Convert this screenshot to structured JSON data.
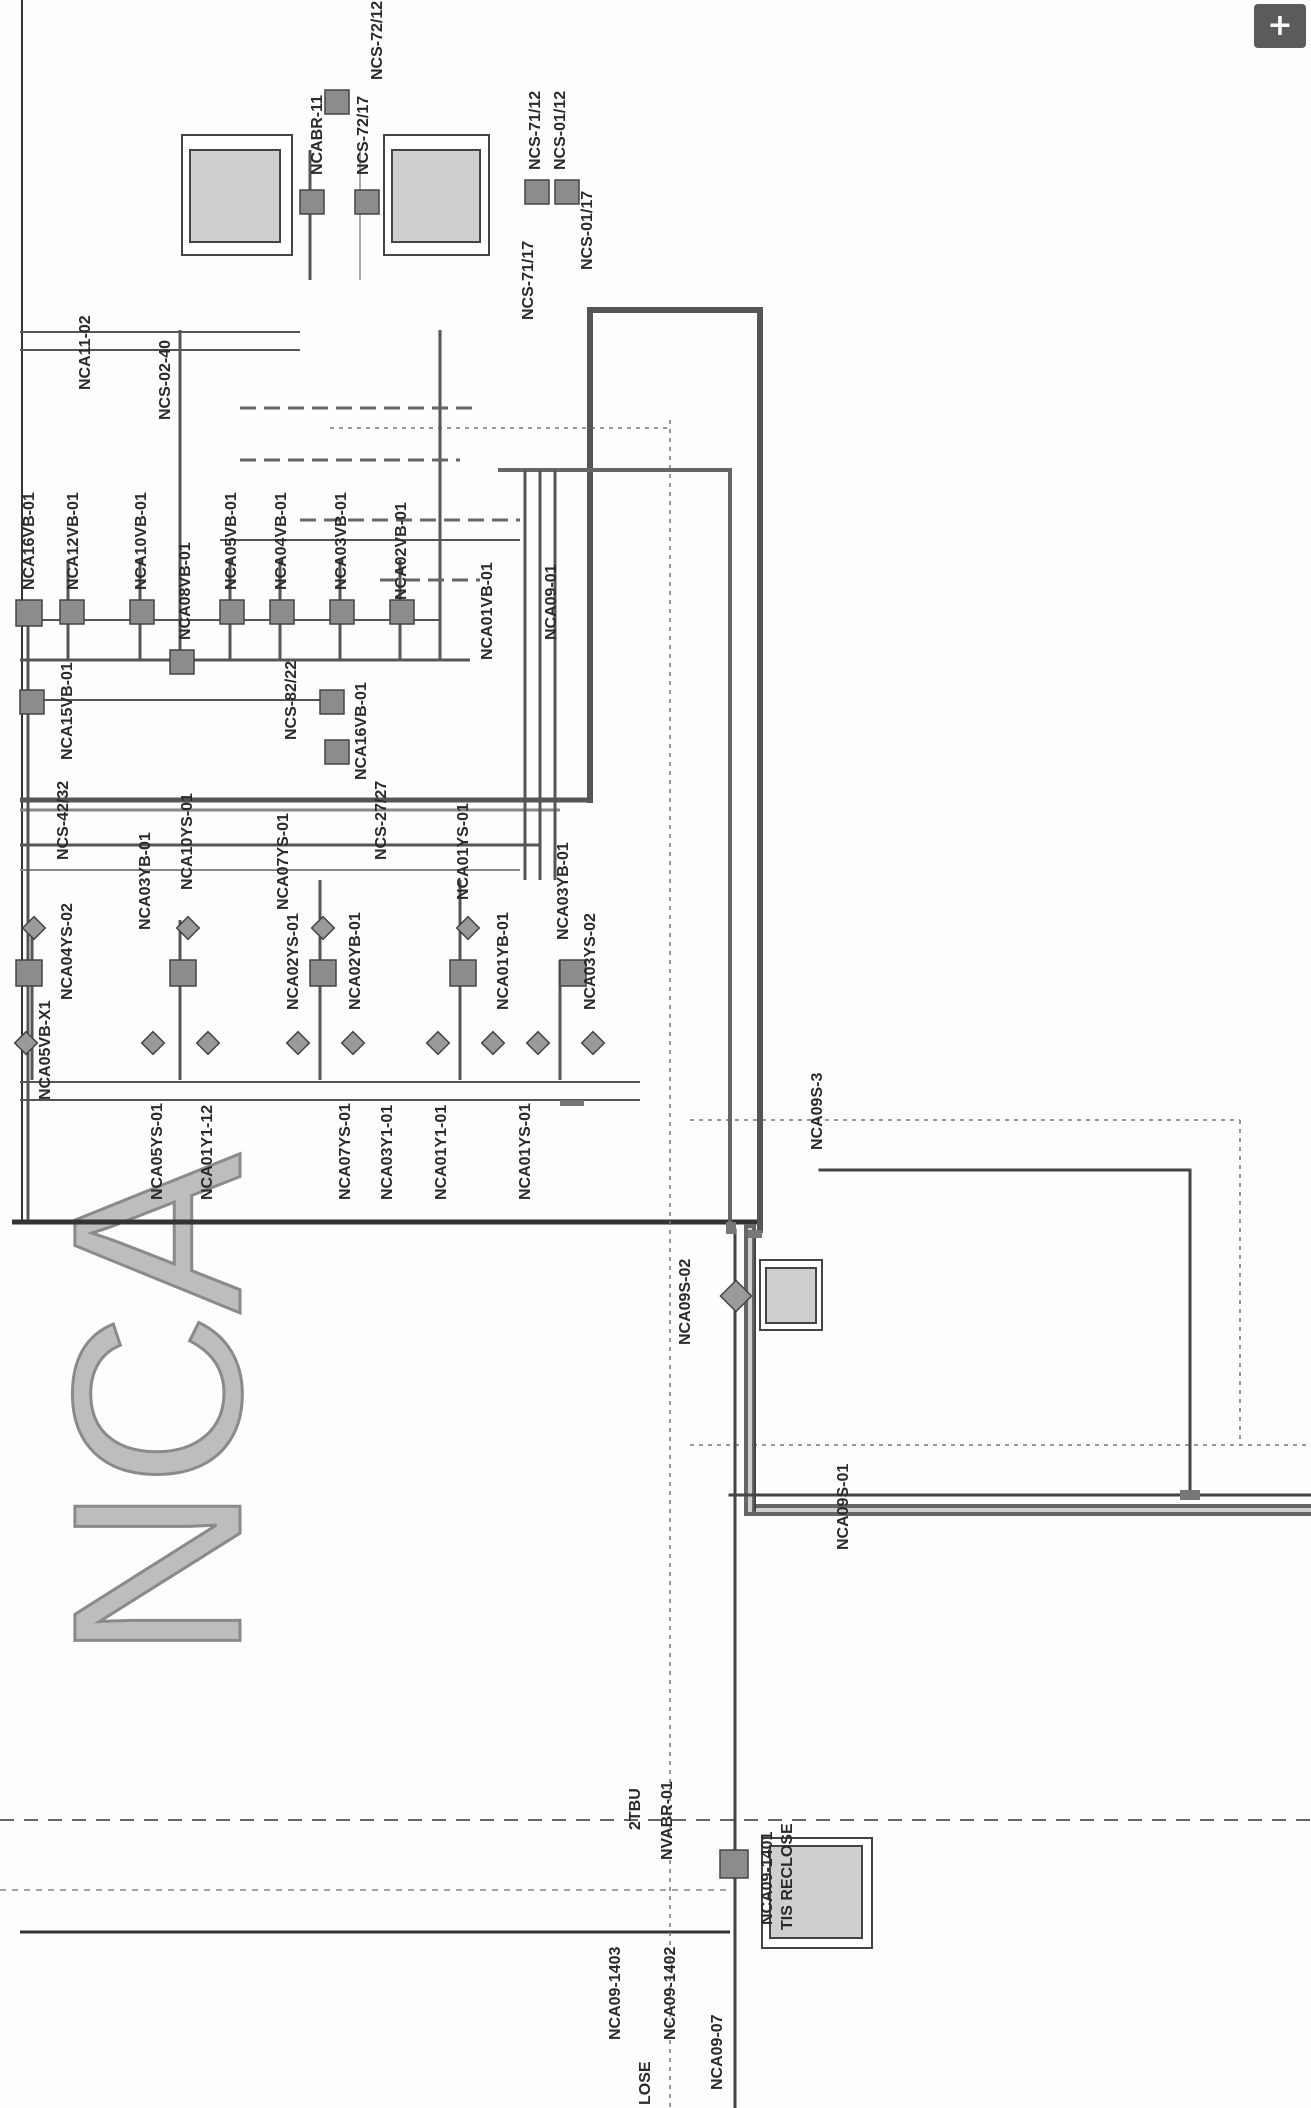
{
  "toolbar": {
    "zoom_in_label": "+"
  },
  "diagram": {
    "area_label": "NCA",
    "device_labels": {
      "ncabr11": "NCABR-11",
      "ncs7212": "NCS-72/12",
      "ncs7217": "NCS-72/17",
      "ncs7112": "NCS-71/12",
      "ncs0112": "NCS-01/12",
      "ncs0117": "NCS-01/17",
      "ncs7117": "NCS-71/17",
      "nca1102": "NCA11-02",
      "ncs0240": "NCS-02-40",
      "ncavb01": "NCA16VB-01",
      "nca12vb": "NCA12VB-01",
      "nca10vb": "NCA10VB-01",
      "nca08vb": "NCA08VB-01",
      "nca05vb": "NCA05VB-01",
      "nca04vb": "NCA04VB-01",
      "nca03vb": "NCA03VB-01",
      "nca02vb": "NCA02VB-01",
      "nca01vb": "NCA01VB-01",
      "nca15vb": "NCA15VB-01",
      "ncs8222": "NCS-82/22",
      "ncs2727": "NCS-27/27",
      "nca16vb": "NCA16VB-01",
      "nca09s": "NCA09-01",
      "ncs4232": "NCS-42/32",
      "nca10ys": "NCA10YS-01",
      "nca07ys": "NCA07YS-01",
      "nca01ys": "NCA01YS-01",
      "nca04ys": "NCA04YS-02",
      "nca03yb": "NCA03YB-01",
      "nca02ys": "NCA02YS-01",
      "nca02yb": "NCA02YB-01",
      "nca01yb": "NCA01YB-01",
      "nca03yb2": "NCA03YB-01",
      "nca03ys2": "NCA03YS-02",
      "nca0bvb": "NCA05VB-X1",
      "nca05y": "NCA05YS-01",
      "nca01y12": "NCA01Y1-12",
      "nca07y": "NCA07YS-01",
      "nca03y": "NCA03Y1-01",
      "nca01y": "NCA01Y1-01",
      "nca01ys2": "NCA01YS-01",
      "nca09s3": "NCA09S-3",
      "nca09s2": "NCA09S-02",
      "nca09s1": "NCA09S-01",
      "nca091401": "NCA09-1401",
      "nca091403": "NCA09-1403",
      "nca091402": "NCA09-1402",
      "nca0907": "NCA09-07",
      "nvabr01": "NVABR-01",
      "reclose": "TIS RECLOSE",
      "close_txt": "LOSE",
      "mark": "2TBU"
    }
  }
}
